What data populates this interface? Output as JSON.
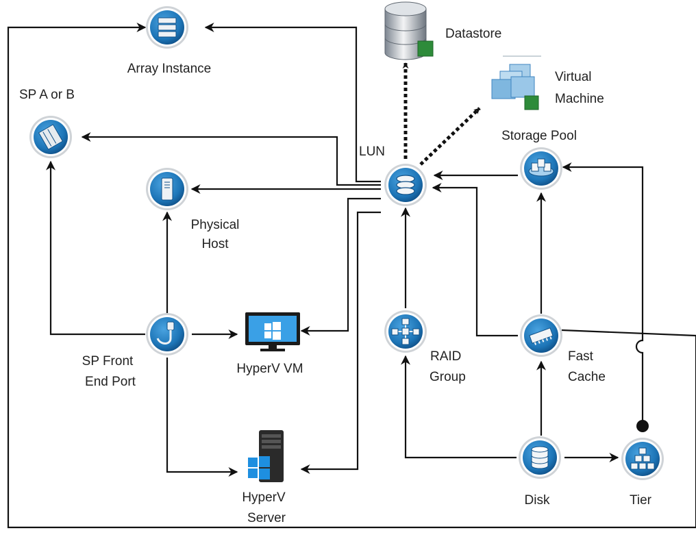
{
  "colors": {
    "node_fill": "#1d75b7",
    "node_ring": "#d6d9dc",
    "line": "#111111",
    "accent_green": "#2e8b3a"
  },
  "nodes": {
    "array_instance": {
      "label": "Array Instance",
      "icon": "server-rack-icon"
    },
    "sp": {
      "label": "SP A or B",
      "icon": "storage-processor-icon"
    },
    "physical_host": {
      "label_1": "Physical",
      "label_2": "Host",
      "icon": "tower-server-icon"
    },
    "lun": {
      "label": "LUN",
      "icon": "lun-stack-icon"
    },
    "datastore": {
      "label": "Datastore",
      "icon": "database-icon"
    },
    "virtual_machine": {
      "label_1": "Virtual",
      "label_2": "Machine",
      "icon": "virtual-machine-icon"
    },
    "storage_pool": {
      "label": "Storage Pool",
      "icon": "storage-pool-icon"
    },
    "sp_front_end_port": {
      "label_1": "SP Front",
      "label_2": "End Port",
      "icon": "port-cable-icon"
    },
    "hyperv_vm": {
      "label": "HyperV VM",
      "icon": "windows-monitor-icon"
    },
    "raid_group": {
      "label_1": "RAID",
      "label_2": "Group",
      "icon": "raid-network-icon"
    },
    "fast_cache": {
      "label_1": "Fast",
      "label_2": "Cache",
      "icon": "memory-chip-icon"
    },
    "hyperv_server": {
      "label_1": "HyperV",
      "label_2": "Server",
      "icon": "windows-server-icon"
    },
    "disk": {
      "label": "Disk",
      "icon": "disk-icon"
    },
    "tier": {
      "label": "Tier",
      "icon": "tier-pyramid-icon"
    }
  }
}
